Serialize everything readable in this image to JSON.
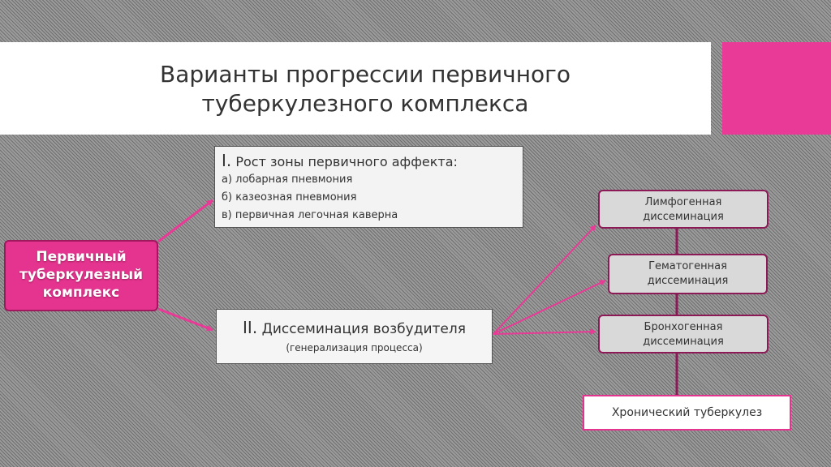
{
  "slide": {
    "title_line1": "Варианты прогрессии первичного",
    "title_line2": "туберкулезного комплекса"
  },
  "primary": {
    "line1": "Первичный",
    "line2": "туберкулезный",
    "line3": "комплекс"
  },
  "stage1": {
    "numeral": "I.",
    "title": " Рост зоны первичного аффекта:",
    "items": [
      "а) лобарная пневмония",
      "б) казеозная пневмония",
      "в) первичная легочная каверна"
    ]
  },
  "stage2": {
    "numeral": "II.",
    "title": " Диссеминация возбудителя",
    "subtitle": "(генерализация процесса)"
  },
  "dissemination": [
    {
      "line1": "Лимфогенная",
      "line2": "диссеминация"
    },
    {
      "line1": "Гематогенная",
      "line2": "диссеминация"
    },
    {
      "line1": "Бронхогенная",
      "line2": "диссеминация"
    }
  ],
  "chronic": {
    "label": "Хронический туберкулез"
  },
  "colors": {
    "accent": "#e83a96",
    "accent_dark": "#8c1a57",
    "box_gray": "#d9d9d9"
  }
}
